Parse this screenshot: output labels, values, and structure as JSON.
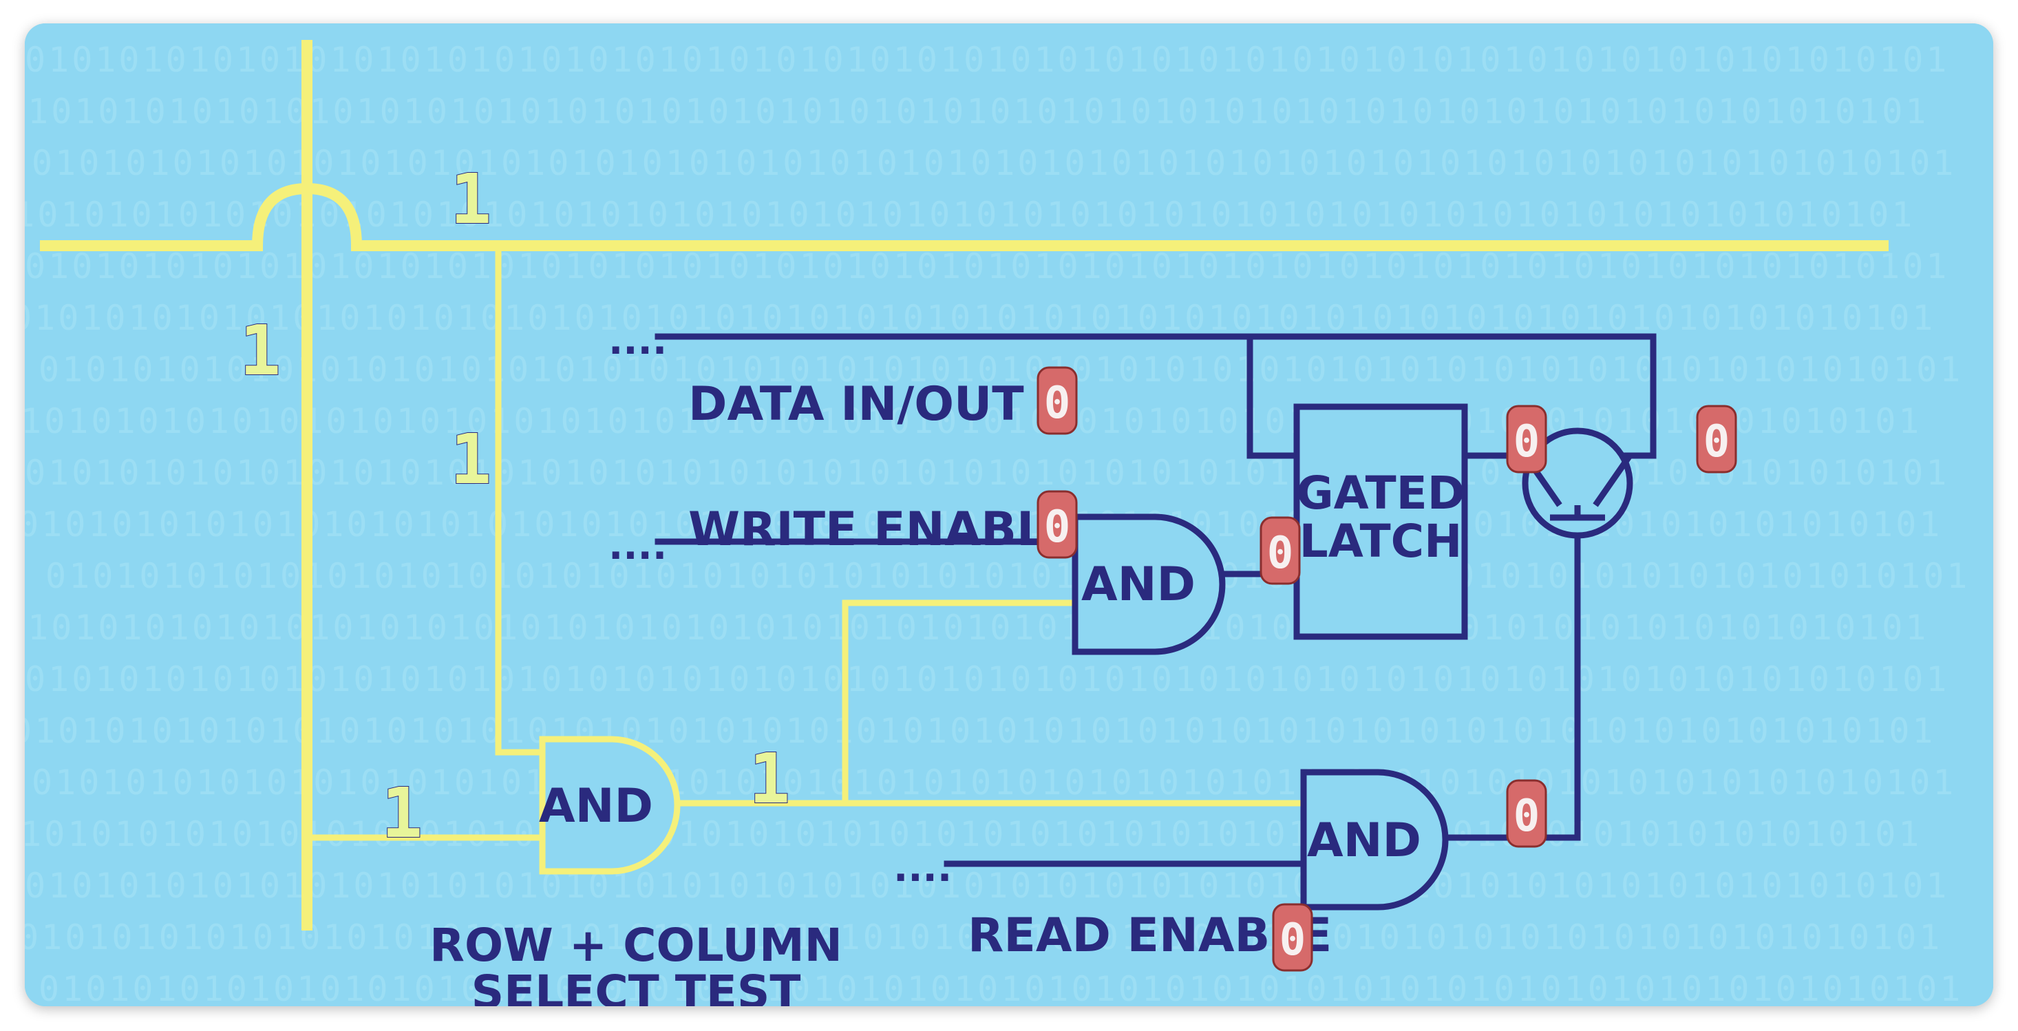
{
  "colors": {
    "background": "#8ed7f2",
    "wire_active": "#f5f07a",
    "wire_inactive": "#2a2a7e",
    "one_fill": "#e8f59a",
    "zero_fill": "#d66a6a"
  },
  "labels": {
    "data_in_out": "DATA IN/OUT",
    "write_enable": "WRITE ENABLE",
    "read_enable": "READ ENABLE",
    "row_col_line1": "ROW + COLUMN",
    "row_col_line2": "SELECT TEST",
    "ellipsis": "...."
  },
  "gates": {
    "and_select": "AND",
    "and_write": "AND",
    "and_read": "AND",
    "latch_line1": "GATED",
    "latch_line2": "LATCH"
  },
  "signals": {
    "one": "1",
    "zero": "0"
  },
  "binary_background": "0101010101010101010101010101010101010101010101010101010101010101010101010101010101"
}
